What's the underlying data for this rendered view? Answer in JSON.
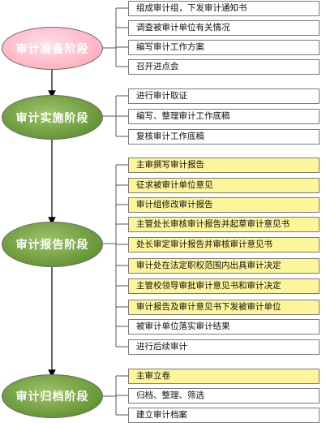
{
  "stages": {
    "prep": {
      "label": "审计准备阶段",
      "steps": [
        "组成审计组，下发审计通知书",
        "调查被审计单位有关情况",
        "编写审计工作方案",
        "召开进点会"
      ]
    },
    "impl": {
      "label": "审计实施阶段",
      "steps": [
        "进行审计取证",
        "编写、整理审计工作底稿",
        "复核审计工作底稿"
      ]
    },
    "report": {
      "label": "审计报告阶段",
      "steps": [
        "主审撰写审计报告",
        "征求被审计单位意见",
        "审计组修改审计报告",
        "主管处长审核审计报告并起草审计意见书",
        "处长审定审计报告并审核审计意见书",
        "审计处在法定职权范围内出具审计决定",
        "主管校领导审批审计意见书和审计决定",
        "审计报告及审计意见书下发被审计单位",
        "被审计单位落实审计结果",
        "进行后续审计"
      ]
    },
    "archive": {
      "label": "审计归档阶段",
      "steps": [
        "主审立卷",
        "归档、整理、筛选",
        "建立审计档案"
      ]
    }
  },
  "colors": {
    "prep_fill": "#ffb3c1",
    "green_fill": "#6b9a3a",
    "step_white": "#ffffff",
    "step_yellow": "#fcf59a",
    "line": "#555555",
    "arrow": "#000000"
  }
}
